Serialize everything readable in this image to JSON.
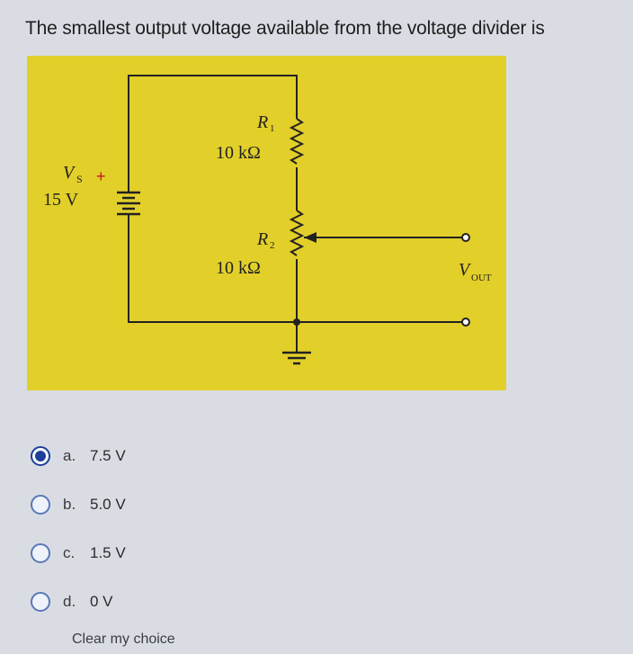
{
  "question": {
    "text": "The smallest output voltage available from the voltage divider is"
  },
  "circuit": {
    "background": "#e2cf2a",
    "source_label": "V",
    "source_subscript": "S",
    "source_plus": "+",
    "source_value": "15 V",
    "r1_label": "R",
    "r1_subscript": "1",
    "r1_value": "10 kΩ",
    "r2_label": "R",
    "r2_subscript": "2",
    "r2_value": "10 kΩ",
    "vout_label": "V",
    "vout_subscript": "OUT"
  },
  "options": [
    {
      "letter": "a.",
      "text": "7.5 V",
      "selected": true
    },
    {
      "letter": "b.",
      "text": "5.0 V",
      "selected": false
    },
    {
      "letter": "c.",
      "text": "1.5 V",
      "selected": false
    },
    {
      "letter": "d.",
      "text": "0 V",
      "selected": false
    }
  ],
  "clear_label": "Clear my choice"
}
